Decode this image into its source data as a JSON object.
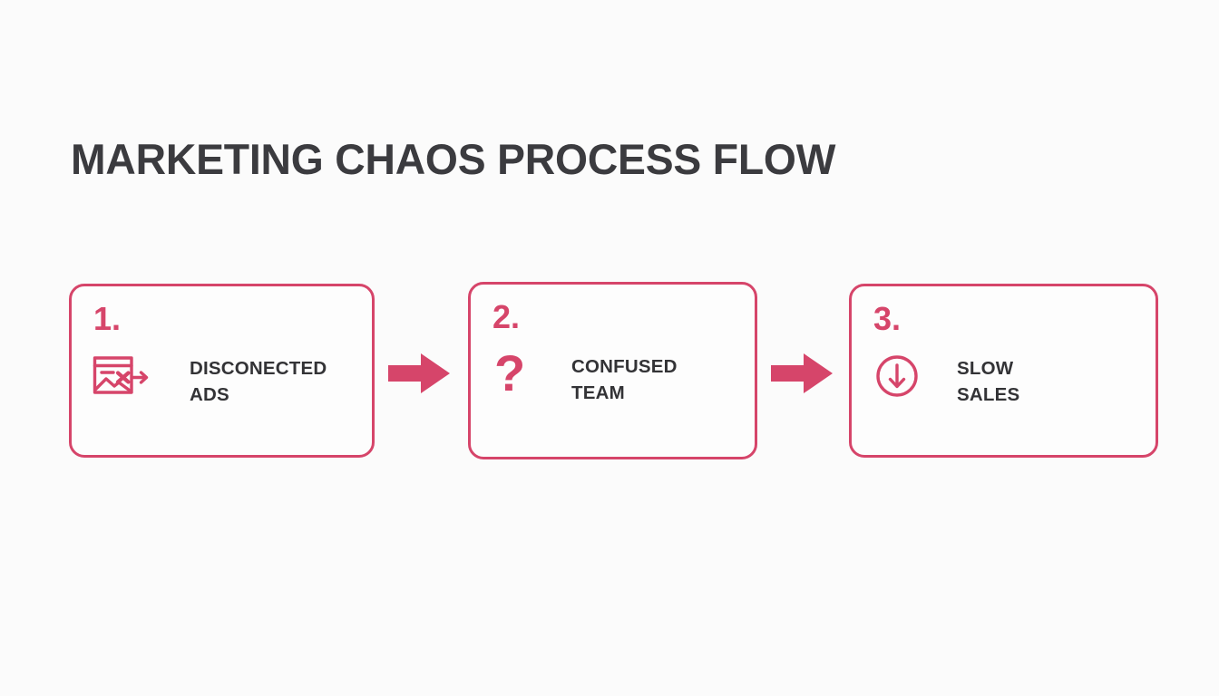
{
  "slide": {
    "title": "MARKETING CHAOS PROCESS FLOW",
    "background_color": "#fbfbfb",
    "accent_color": "#d6456a",
    "text_color": "#333336",
    "title_color": "#3b3b3f"
  },
  "flow": {
    "steps": [
      {
        "number": "1.",
        "label": "DISCONECTED\nADS",
        "icon": "broken-ad-image-icon"
      },
      {
        "number": "2.",
        "label": "CONFUSED\nTEAM",
        "icon": "question-mark-icon",
        "glyph": "?"
      },
      {
        "number": "3.",
        "label": "SLOW\nSALES",
        "icon": "circle-arrow-down-icon"
      }
    ],
    "connectors": [
      {
        "icon": "arrow-right-icon"
      },
      {
        "icon": "arrow-right-icon"
      }
    ]
  }
}
